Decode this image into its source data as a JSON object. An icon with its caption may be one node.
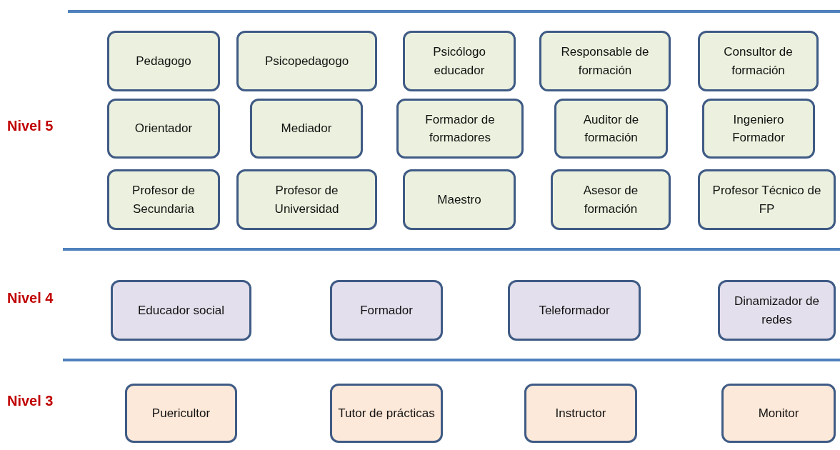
{
  "diagram": {
    "nodes": [
      {
        "text": [
          "Pedagogo"
        ]
      },
      {
        "text": [
          "Psicopedagogo"
        ]
      },
      {
        "text": [
          "Psicólogo educador"
        ]
      },
      {
        "text": [
          "Responsable de formación"
        ]
      },
      {
        "text": [
          "Consultor de formación"
        ]
      },
      {
        "text": [
          "Orientador"
        ]
      },
      {
        "text": [
          "Mediador"
        ]
      },
      {
        "text": [
          "Formador de formadores"
        ]
      },
      {
        "text": [
          "Auditor de formación"
        ]
      },
      {
        "text": [
          "Ingeniero Formador"
        ]
      },
      {
        "text": [
          "Profesor de Secundaria"
        ]
      },
      {
        "text": [
          "Profesor de Universidad"
        ]
      },
      {
        "text": [
          "Maestro"
        ]
      },
      {
        "text": [
          "Asesor de formación"
        ]
      },
      {
        "text": [
          "Profesor Técnico de FP"
        ]
      },
      {
        "text": [
          "Educador social"
        ]
      },
      {
        "text": [
          "Formador"
        ]
      },
      {
        "text": [
          "Teleformador"
        ]
      },
      {
        "text": [
          "Dinamizador de redes"
        ]
      },
      {
        "text": [
          "Puericultor"
        ]
      },
      {
        "text": [
          "Tutor de prácticas"
        ]
      },
      {
        "text": [
          "Instructor"
        ]
      },
      {
        "text": [
          "Monitor"
        ]
      }
    ],
    "labels": [
      "Nivel 5",
      "Nivel 4",
      "Nivel 3"
    ]
  }
}
